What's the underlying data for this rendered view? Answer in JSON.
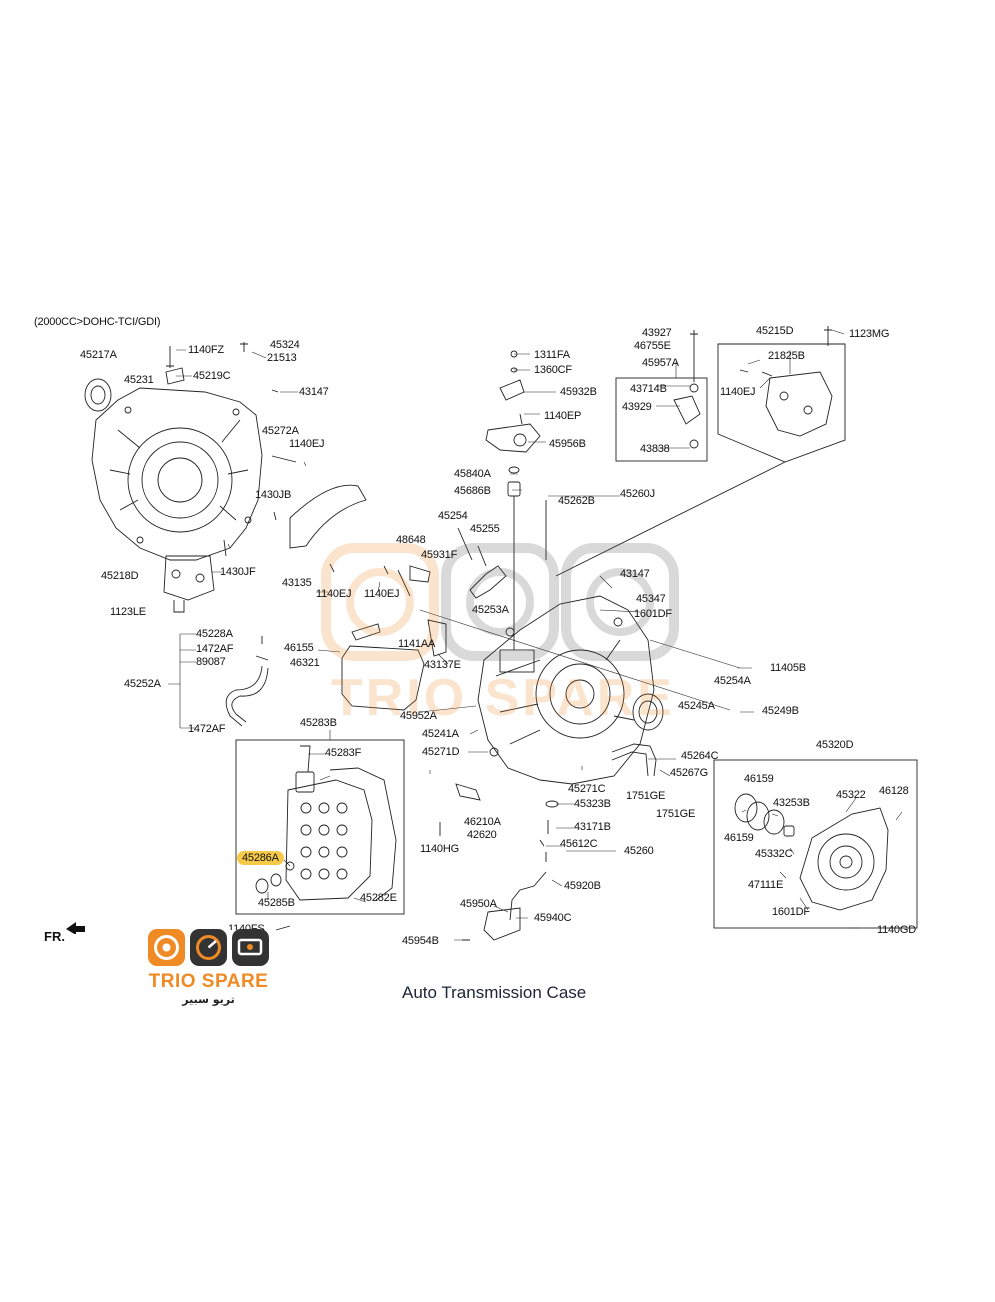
{
  "header": {
    "engine_note": "(2000CC>DOHC-TCI/GDI)"
  },
  "caption": "Auto Transmission Case",
  "direction_label": "FR.",
  "brand": {
    "name": "TRIO SPARE",
    "name_ar": "تريو سبير",
    "accent_color": "#f08a24",
    "highlight_color": "#f7c948"
  },
  "highlighted_part": "45286A",
  "parts": {
    "p45217A": "45217A",
    "p1140FZ": "1140FZ",
    "p45324": "45324",
    "p21513": "21513",
    "p45231": "45231",
    "p45219C": "45219C",
    "p43147a": "43147",
    "p45272A": "45272A",
    "p1140EJa": "1140EJ",
    "p1430JB": "1430JB",
    "p43135": "43135",
    "p1140EJb": "1140EJ",
    "p1140EJc": "1140EJ",
    "p45218D": "45218D",
    "p1430JF": "1430JF",
    "p1123LE": "1123LE",
    "p45228A": "45228A",
    "p1472AFa": "1472AF",
    "p89087": "89087",
    "p45252A": "45252A",
    "p1472AFb": "1472AF",
    "p1311FA": "1311FA",
    "p1360CF": "1360CF",
    "p45932B": "45932B",
    "p1140EP": "1140EP",
    "p45956B": "45956B",
    "p45840A": "45840A",
    "p45686B": "45686B",
    "p45254": "45254",
    "p45255": "45255",
    "p48648": "48648",
    "p45931F": "45931F",
    "p45253A": "45253A",
    "p46155": "46155",
    "p46321": "46321",
    "p1141AA": "1141AA",
    "p43137E": "43137E",
    "p45952A": "45952A",
    "p45241A": "45241A",
    "p45271D": "45271D",
    "p43927": "43927",
    "p46755E": "46755E",
    "p45957A": "45957A",
    "p43714B": "43714B",
    "p43929": "43929",
    "p43838": "43838",
    "p45262B": "45262B",
    "p45260J": "45260J",
    "p45215D": "45215D",
    "p1123MG": "1123MG",
    "p21825B": "21825B",
    "p1140EJd": "1140EJ",
    "p43147b": "43147",
    "p45347": "45347",
    "p1601DFa": "1601DF",
    "p11405B": "11405B",
    "p45254A": "45254A",
    "p45245A": "45245A",
    "p45249B": "45249B",
    "p45264C": "45264C",
    "p45267G": "45267G",
    "p45271C": "45271C",
    "p1751GEa": "1751GE",
    "p1751GEb": "1751GE",
    "p45323B": "45323B",
    "p43171B": "43171B",
    "p46210A": "46210A",
    "p42620": "42620",
    "p1140HG": "1140HG",
    "p45612C": "45612C",
    "p45260": "45260",
    "p45920B": "45920B",
    "p45950A": "45950A",
    "p45940C": "45940C",
    "p45954B": "45954B",
    "p45283B": "45283B",
    "p45283F": "45283F",
    "p45286A": "45286A",
    "p45285B": "45285B",
    "p45282E": "45282E",
    "p1140FS": "1140FS",
    "p45320D": "45320D",
    "p46159a": "46159",
    "p46128": "46128",
    "p45322": "45322",
    "p43253B": "43253B",
    "p46159b": "46159",
    "p45332C": "45332C",
    "p47111E": "47111E",
    "p1601DFb": "1601DF",
    "p1140GD": "1140GD"
  }
}
